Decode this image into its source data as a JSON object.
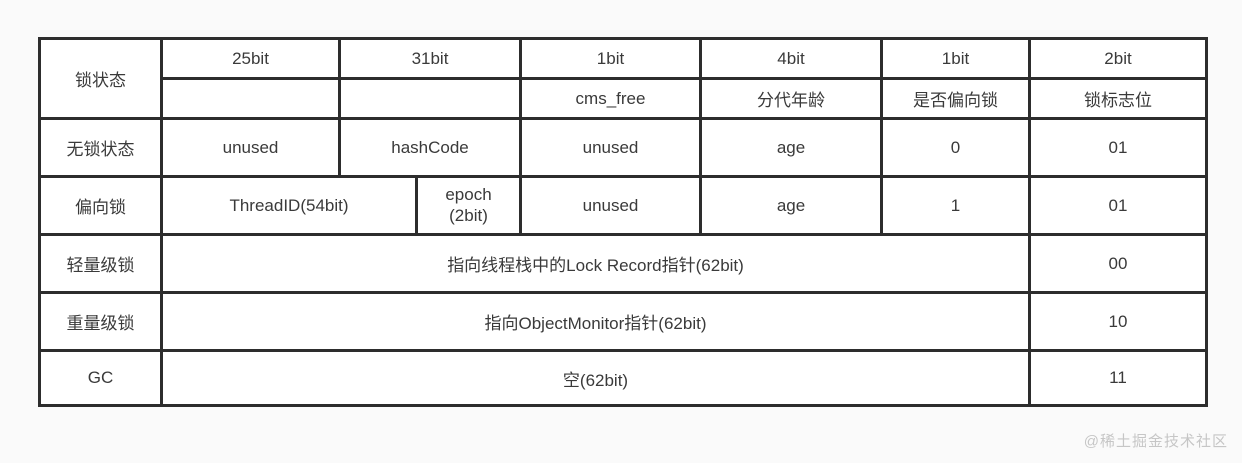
{
  "table": {
    "corner_label": "锁状态",
    "columns": [
      {
        "width_label": "25bit",
        "field_label": ""
      },
      {
        "width_label": "31bit",
        "field_label": ""
      },
      {
        "width_label": "1bit",
        "field_label": "cms_free"
      },
      {
        "width_label": "4bit",
        "field_label": "分代年龄"
      },
      {
        "width_label": "1bit",
        "field_label": "是否偏向锁"
      },
      {
        "width_label": "2bit",
        "field_label": "锁标志位"
      }
    ],
    "rows": {
      "no_lock": {
        "label": "无锁状态",
        "unused_25": "unused",
        "hashcode": "hashCode",
        "cms_free": "unused",
        "age": "age",
        "biased_flag": "0",
        "lock_flag": "01"
      },
      "biased": {
        "label": "偏向锁",
        "thread_id": "ThreadID(54bit)",
        "epoch_line1": "epoch",
        "epoch_line2": "(2bit)",
        "cms_free": "unused",
        "age": "age",
        "biased_flag": "1",
        "lock_flag": "01"
      },
      "lightweight": {
        "label": "轻量级锁",
        "pointer": "指向线程栈中的Lock Record指针(62bit)",
        "lock_flag": "00"
      },
      "heavyweight": {
        "label": "重量级锁",
        "pointer": "指向ObjectMonitor指针(62bit)",
        "lock_flag": "10"
      },
      "gc": {
        "label": "GC",
        "pointer": "空(62bit)",
        "lock_flag": "11"
      }
    }
  },
  "watermark": "@稀土掘金技术社区"
}
